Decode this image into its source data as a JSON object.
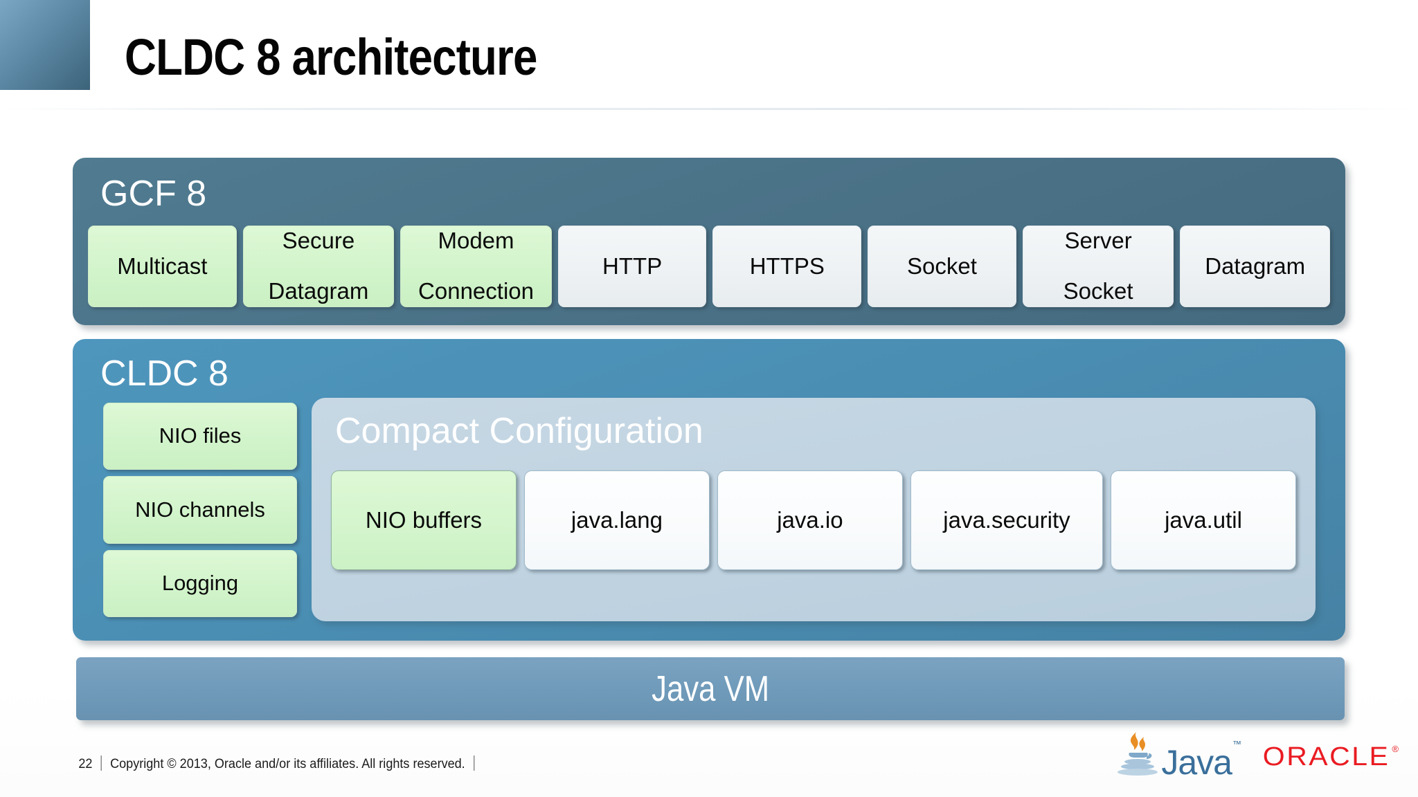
{
  "slide": {
    "title": "CLDC 8 architecture",
    "page_number": "22"
  },
  "gcf": {
    "heading": "GCF 8",
    "chips": [
      {
        "label": "Multicast",
        "style": "green"
      },
      {
        "label": "Secure\nDatagram",
        "style": "green"
      },
      {
        "label": "Modem\nConnection",
        "style": "green"
      },
      {
        "label": "HTTP",
        "style": "grey"
      },
      {
        "label": "HTTPS",
        "style": "grey"
      },
      {
        "label": "Socket",
        "style": "grey"
      },
      {
        "label": "Server\nSocket",
        "style": "grey"
      },
      {
        "label": "Datagram",
        "style": "grey"
      }
    ]
  },
  "cldc": {
    "heading": "CLDC 8",
    "left_chips": [
      {
        "label": "NIO files",
        "style": "green"
      },
      {
        "label": "NIO channels",
        "style": "green"
      },
      {
        "label": "Logging",
        "style": "green"
      }
    ],
    "compact": {
      "heading": "Compact Configuration",
      "chips": [
        {
          "label": "NIO buffers",
          "style": "green-out"
        },
        {
          "label": "java.lang",
          "style": "white"
        },
        {
          "label": "java.io",
          "style": "white"
        },
        {
          "label": "java.security",
          "style": "white"
        },
        {
          "label": "java.util",
          "style": "white"
        }
      ]
    }
  },
  "vm": {
    "label": "Java VM"
  },
  "footer": {
    "page_number": "22",
    "copyright": "Copyright © 2013, Oracle and/or its affiliates. All rights reserved.",
    "java_logo_text": "Java",
    "java_logo_tm": "™",
    "oracle_logo_text": "ORACLE",
    "oracle_logo_reg": "®"
  },
  "colors": {
    "gcf_panel": "#4a7186",
    "cldc_panel": "#4a8db2",
    "compact_panel": "#c0d3e1",
    "vm_panel": "#6f9ab9",
    "chip_green": "#d2f4cb",
    "chip_grey": "#edf1f3",
    "chip_white": "#f9fbfc",
    "oracle_red": "#ea1b22",
    "java_blue": "#3a6f9b",
    "header_accent": "#5d89a6"
  }
}
